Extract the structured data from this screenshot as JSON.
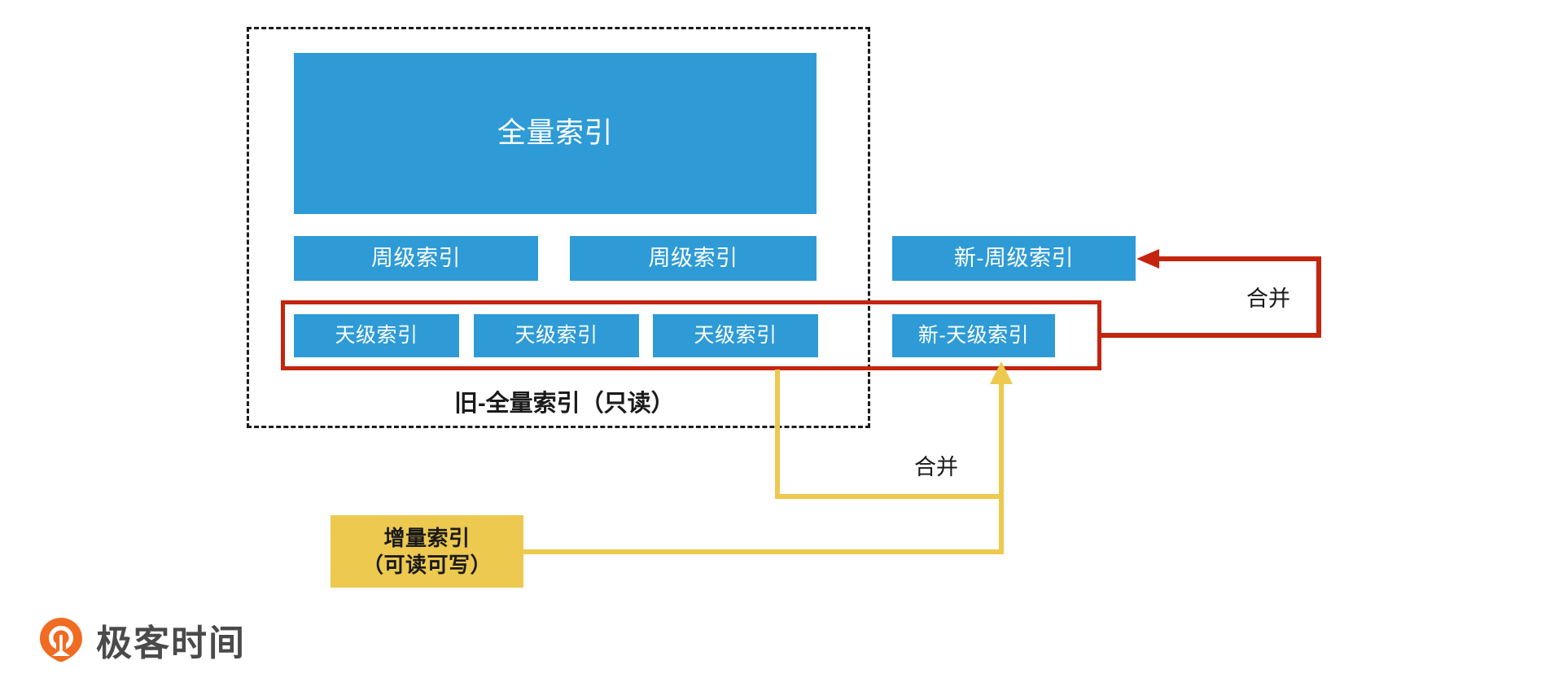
{
  "diagram": {
    "title_label": "旧-全量索引（只读）",
    "old_region": {
      "full_index": {
        "label": "全量索引"
      },
      "week_indexes": [
        {
          "label": "周级索引"
        },
        {
          "label": "周级索引"
        }
      ],
      "day_indexes": [
        {
          "label": "天级索引"
        },
        {
          "label": "天级索引"
        },
        {
          "label": "天级索引"
        }
      ]
    },
    "new_region": {
      "new_week_index": {
        "label": "新-周级索引"
      },
      "new_day_index": {
        "label": "新-天级索引"
      }
    },
    "incremental_index": {
      "line1": "增量索引",
      "line2": "（可读可写）"
    },
    "arrows": [
      {
        "name": "merge-red",
        "label": "合并",
        "color": "#c3250f"
      },
      {
        "name": "merge-yellow",
        "label": "合并",
        "color": "#edc94f"
      }
    ],
    "colors": {
      "blue": "#2e9bd6",
      "red": "#c3250f",
      "yellow": "#edc94f",
      "dark": "#1b1b1b",
      "logo_orange": "#f06c22",
      "logo_text": "#4a4a4a"
    }
  },
  "branding": {
    "logo_text": "极客时间",
    "logo_icon": "geektime-pin-icon"
  }
}
